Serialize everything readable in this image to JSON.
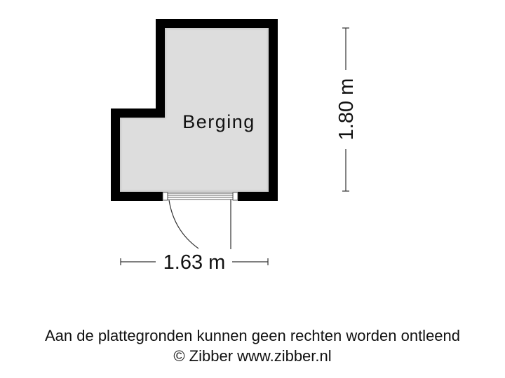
{
  "floorplan": {
    "rooms": [
      {
        "name": "Berging"
      }
    ],
    "dimensions": {
      "width": "1.63 m",
      "height": "1.80 m"
    },
    "colors": {
      "wall": "#000000",
      "floor": "#dddddd",
      "background": "#ffffff"
    }
  },
  "footer": {
    "disclaimer": "Aan de plattegronden kunnen geen rechten worden ontleend",
    "copyright": "© Zibber www.zibber.nl"
  }
}
